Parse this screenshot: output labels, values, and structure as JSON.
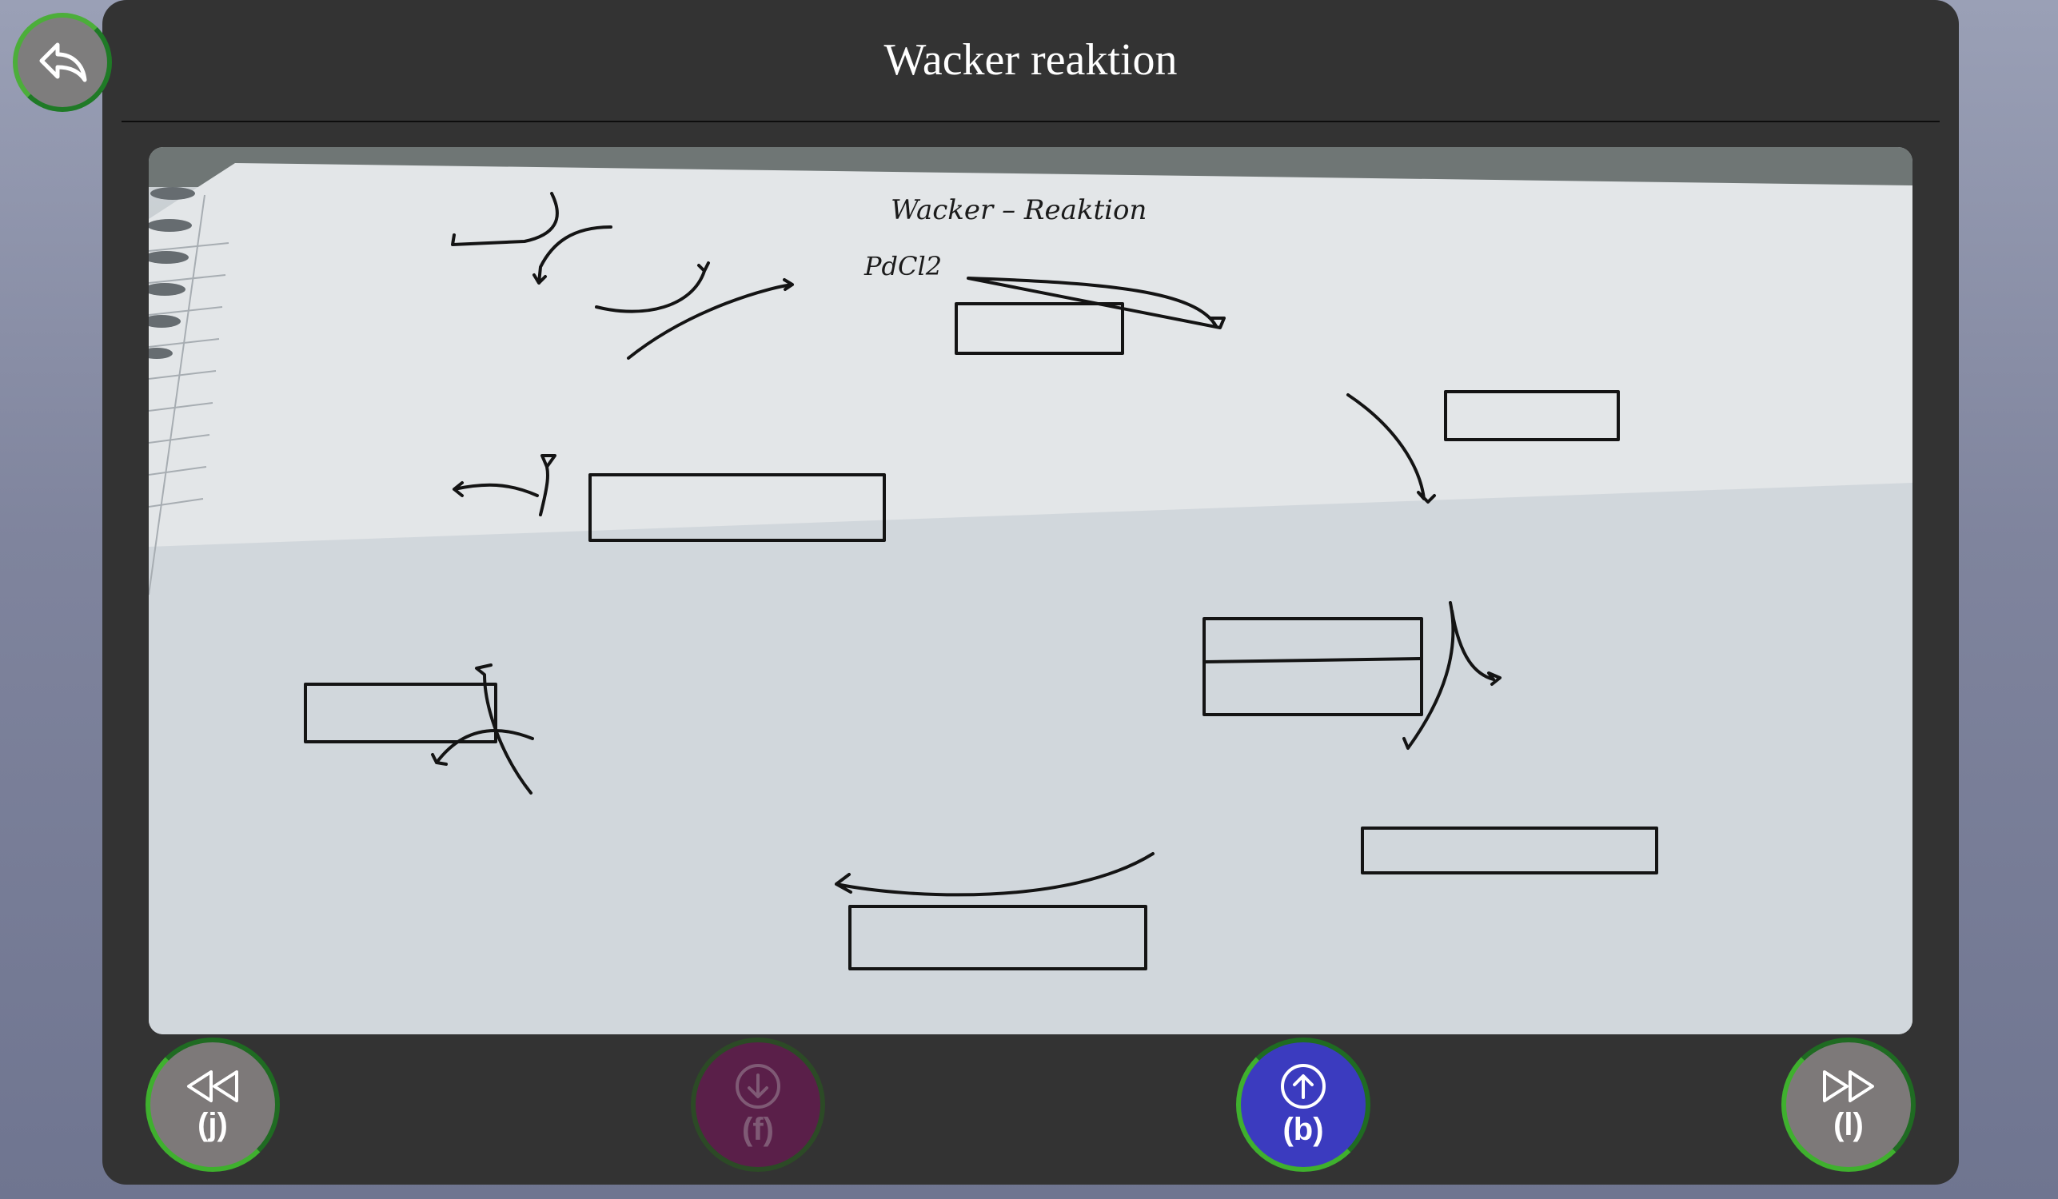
{
  "header": {
    "title": "Wacker reaktion",
    "back_icon": "undo-arrow-icon"
  },
  "photo": {
    "description_icon": "handwritten-diagram-photo",
    "handwriting": {
      "heading": "Wacker – Reaktion",
      "reagent": "PdCl2"
    }
  },
  "controls": [
    {
      "icon": "rewind-icon",
      "key": "(j)",
      "color": "#7d7979"
    },
    {
      "icon": "arrow-down-circle-icon",
      "key": "(f)",
      "color": "#5a1f49"
    },
    {
      "icon": "arrow-up-circle-icon",
      "key": "(b)",
      "color": "#3b3bbf"
    },
    {
      "icon": "fast-forward-icon",
      "key": "(l)",
      "color": "#7d7979"
    }
  ]
}
